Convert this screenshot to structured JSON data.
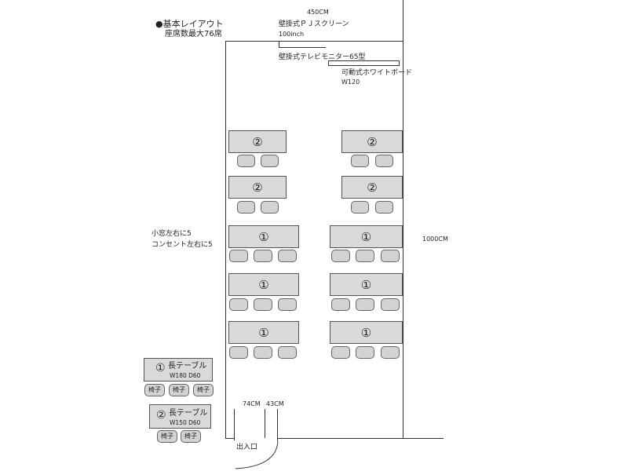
{
  "title": {
    "heading": "●基本レイアウト",
    "capacity": "座席数最大76席"
  },
  "dimensions": {
    "width": "450CM",
    "length": "1000CM",
    "door_main": "74CM",
    "door_side": "43CM"
  },
  "equipment": {
    "screen": "壁掛式ＰＪスクリーン",
    "screen_size": "100inch",
    "tv": "壁掛式テレビモニター65型",
    "whiteboard": "可動式ホワイトボード",
    "whiteboard_size": "W120"
  },
  "notes": {
    "windows": "小窓左右に5",
    "outlets": "コンセント左右に5"
  },
  "entrance": "出入口",
  "layout": {
    "tables": [
      "②",
      "②",
      "②",
      "②",
      "①",
      "①",
      "①",
      "①",
      "①",
      "①"
    ]
  },
  "legend": {
    "table_1": {
      "number": "①",
      "name": "長テーブル",
      "size": "W180 D60"
    },
    "table_2": {
      "number": "②",
      "name": "長テーブル",
      "size": "W150 D60"
    },
    "chair": "椅子"
  },
  "colors": {
    "table_fill": "#d9d9d9",
    "chair_fill": "#d3d3d3",
    "line": "#333333"
  }
}
